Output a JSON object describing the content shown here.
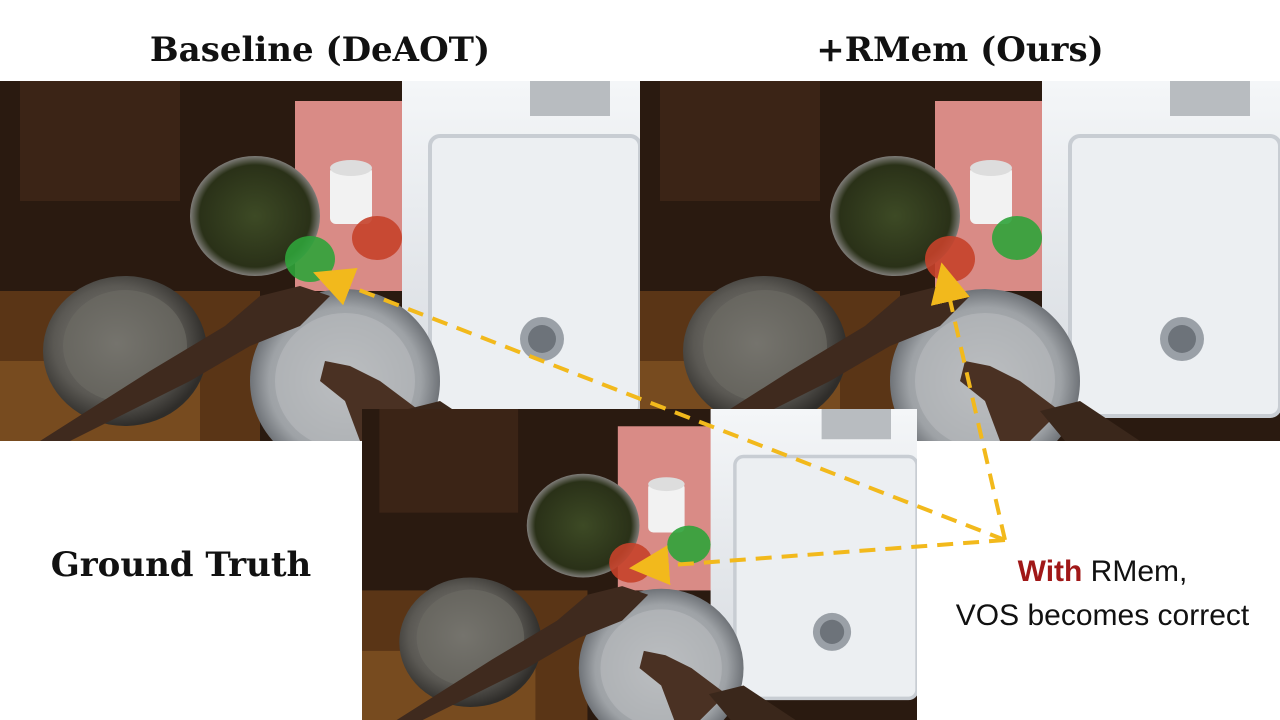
{
  "titles": {
    "baseline": "Baseline (DeAOT)",
    "ours": "+RMem (Ours)",
    "ground_truth": "Ground Truth"
  },
  "note": {
    "highlight": "With",
    "line1_rest": " RMem,",
    "line2": "VOS becomes correct"
  },
  "mask_colors": {
    "object_a": "#2fa33a",
    "object_b": "#c5412a"
  },
  "arrow_color": "#f2b91c",
  "panels": [
    {
      "id": "baseline",
      "mask_left": "object_a",
      "mask_right": "object_b"
    },
    {
      "id": "ours",
      "mask_left": "object_b",
      "mask_right": "object_a"
    },
    {
      "id": "ground_truth",
      "mask_left": "object_b",
      "mask_right": "object_a"
    }
  ]
}
